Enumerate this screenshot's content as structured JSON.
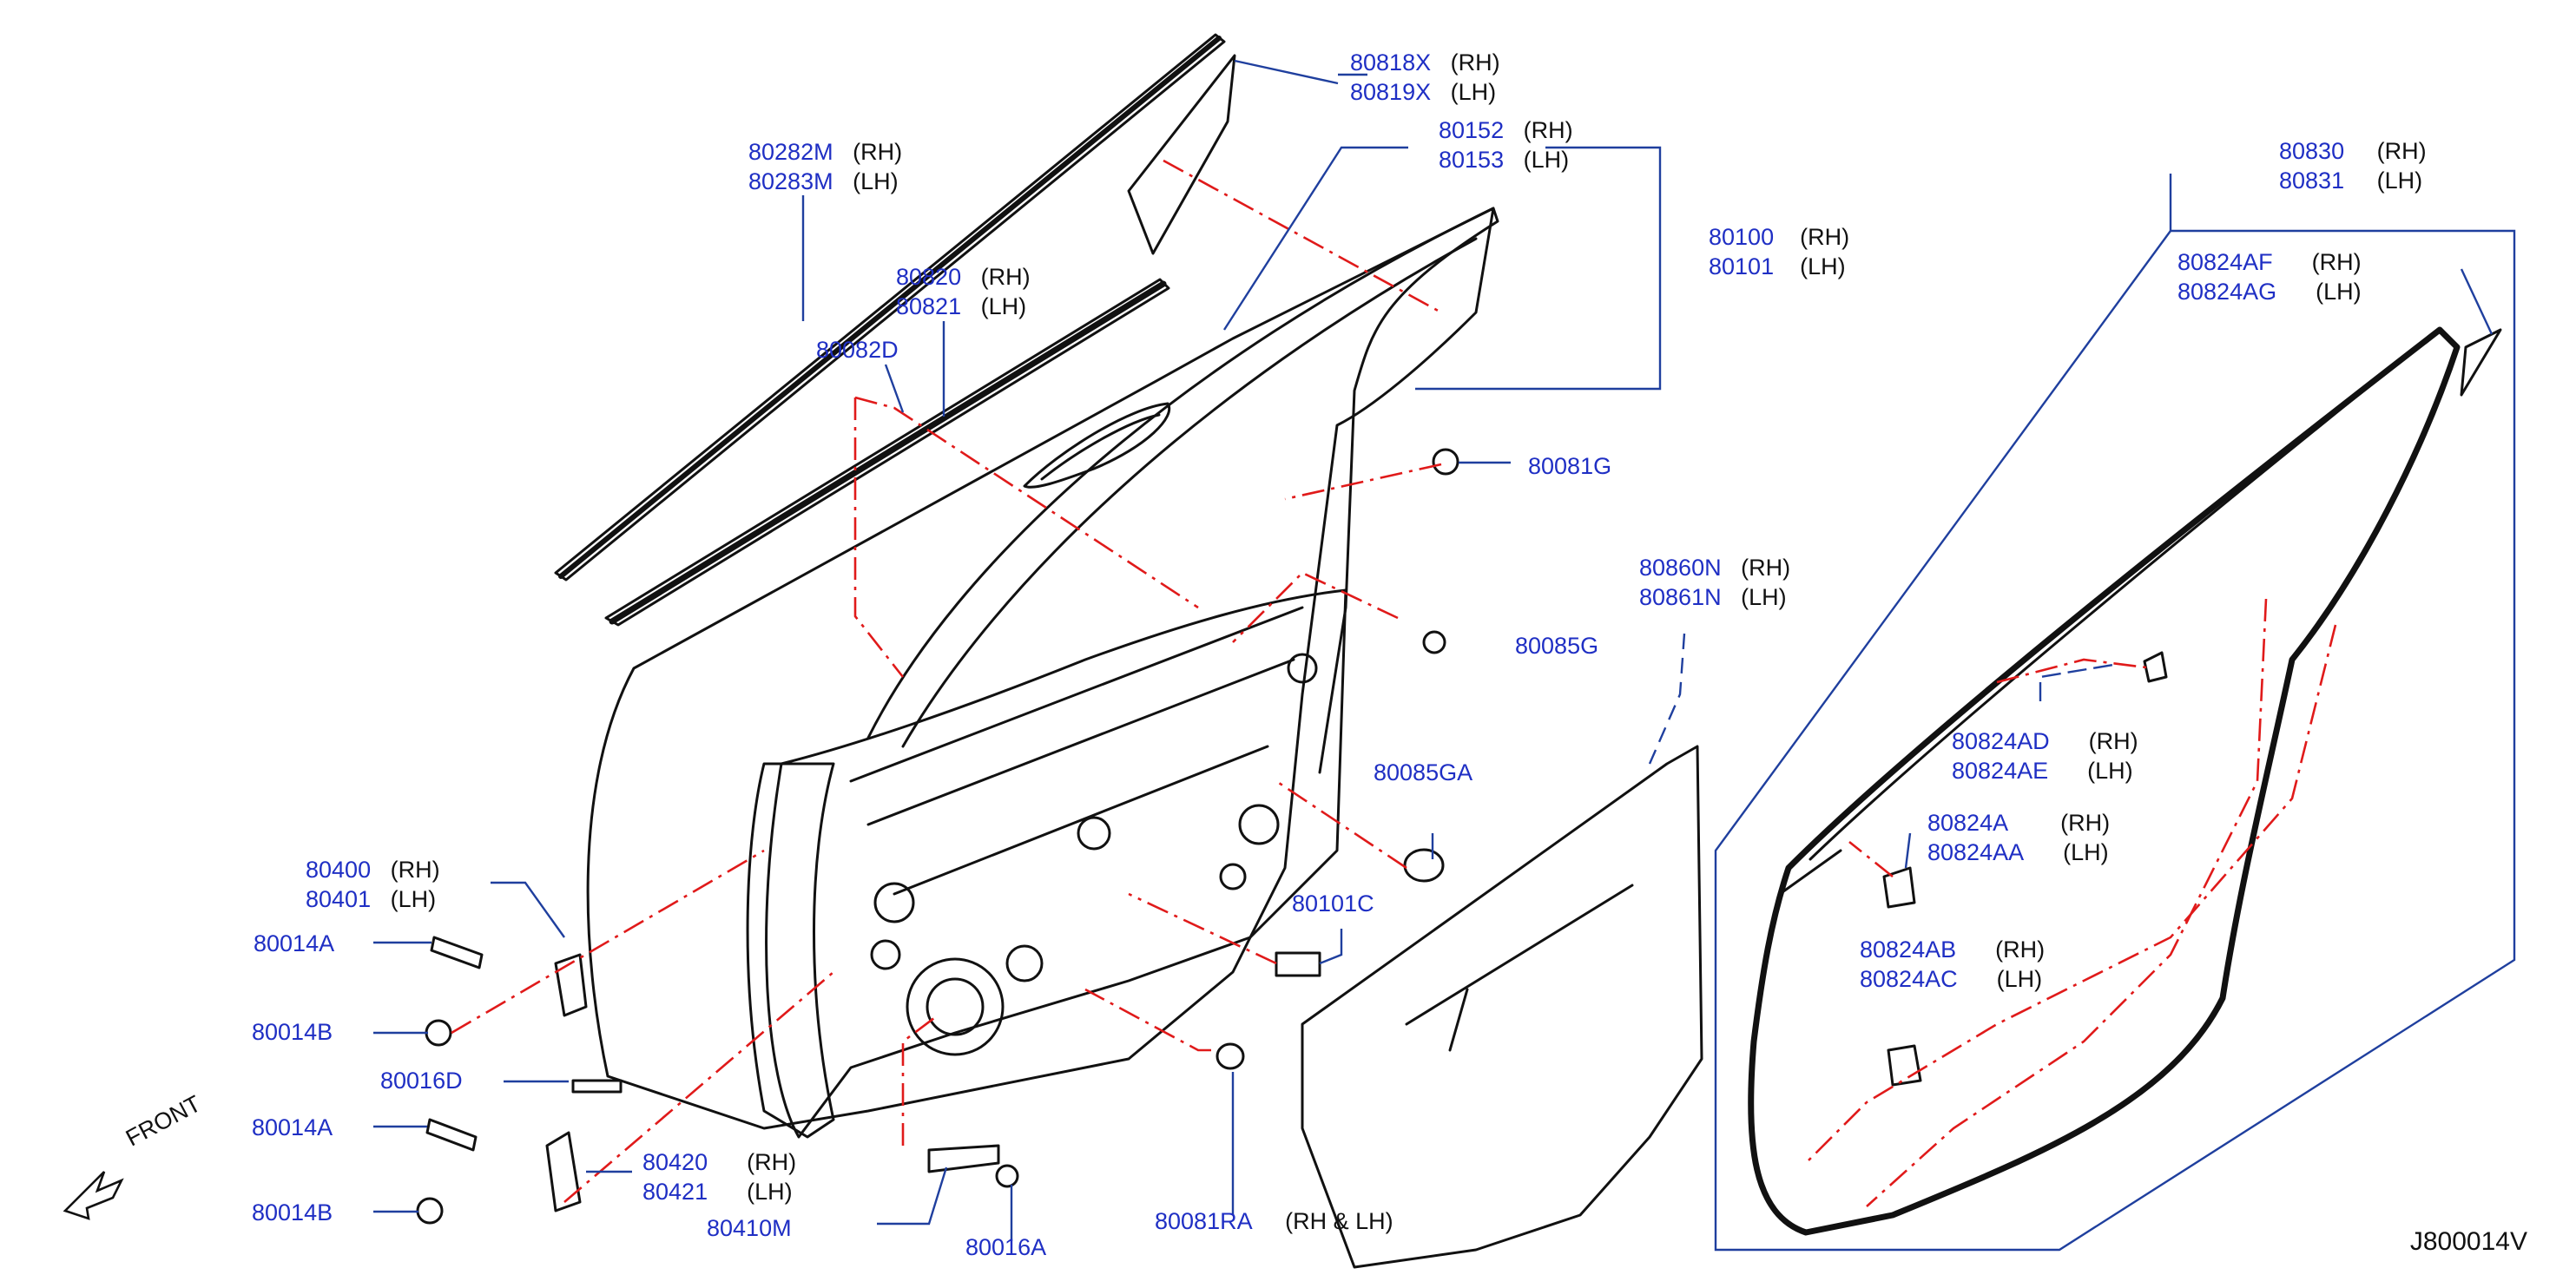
{
  "diagram_id": "J800014V",
  "front_label": "FRONT",
  "colors": {
    "part_number": "#1f2fc4",
    "leader": "#1f3f9e",
    "dash_dot": "#e01a1a",
    "outline": "#111111"
  },
  "callouts": [
    {
      "id": "c1",
      "parts": [
        {
          "pn": "80818X",
          "side": "(RH)"
        },
        {
          "pn": "80819X",
          "side": "(LH)"
        }
      ]
    },
    {
      "id": "c2",
      "parts": [
        {
          "pn": "80152",
          "side": "(RH)"
        },
        {
          "pn": "80153",
          "side": "(LH)"
        }
      ]
    },
    {
      "id": "c3",
      "parts": [
        {
          "pn": "80282M",
          "side": "(RH)"
        },
        {
          "pn": "80283M",
          "side": "(LH)"
        }
      ]
    },
    {
      "id": "c4",
      "parts": [
        {
          "pn": "80100",
          "side": "(RH)"
        },
        {
          "pn": "80101",
          "side": "(LH)"
        }
      ]
    },
    {
      "id": "c5",
      "parts": [
        {
          "pn": "80820",
          "side": "(RH)"
        },
        {
          "pn": "80821",
          "side": "(LH)"
        }
      ]
    },
    {
      "id": "c6",
      "parts": [
        {
          "pn": "80082D",
          "side": ""
        }
      ]
    },
    {
      "id": "c7",
      "parts": [
        {
          "pn": "80081G",
          "side": ""
        }
      ]
    },
    {
      "id": "c8",
      "parts": [
        {
          "pn": "80860N",
          "side": "(RH)"
        },
        {
          "pn": "80861N",
          "side": "(LH)"
        }
      ]
    },
    {
      "id": "c9",
      "parts": [
        {
          "pn": "80085G",
          "side": ""
        }
      ]
    },
    {
      "id": "c10",
      "parts": [
        {
          "pn": "80085GA",
          "side": ""
        }
      ]
    },
    {
      "id": "c11",
      "parts": [
        {
          "pn": "80101C",
          "side": ""
        }
      ]
    },
    {
      "id": "c12",
      "parts": [
        {
          "pn": "80400",
          "side": "(RH)"
        },
        {
          "pn": "80401",
          "side": "(LH)"
        }
      ]
    },
    {
      "id": "c13",
      "parts": [
        {
          "pn": "80014A",
          "side": ""
        }
      ]
    },
    {
      "id": "c14",
      "parts": [
        {
          "pn": "80014B",
          "side": ""
        }
      ]
    },
    {
      "id": "c15",
      "parts": [
        {
          "pn": "80016D",
          "side": ""
        }
      ]
    },
    {
      "id": "c16",
      "parts": [
        {
          "pn": "80014A",
          "side": ""
        }
      ]
    },
    {
      "id": "c17",
      "parts": [
        {
          "pn": "80420",
          "side": "(RH)"
        },
        {
          "pn": "80421",
          "side": "(LH)"
        }
      ]
    },
    {
      "id": "c18",
      "parts": [
        {
          "pn": "80014B",
          "side": ""
        }
      ]
    },
    {
      "id": "c19",
      "parts": [
        {
          "pn": "80410M",
          "side": ""
        }
      ]
    },
    {
      "id": "c20",
      "parts": [
        {
          "pn": "80016A",
          "side": ""
        }
      ]
    },
    {
      "id": "c21",
      "parts": [
        {
          "pn": "80081RA",
          "side": "(RH & LH)"
        }
      ]
    },
    {
      "id": "c22",
      "parts": [
        {
          "pn": "80830",
          "side": "(RH)"
        },
        {
          "pn": "80831",
          "side": "(LH)"
        }
      ]
    },
    {
      "id": "c23",
      "parts": [
        {
          "pn": "80824AF",
          "side": "(RH)"
        },
        {
          "pn": "80824AG",
          "side": "(LH)"
        }
      ]
    },
    {
      "id": "c24",
      "parts": [
        {
          "pn": "80824AD",
          "side": "(RH)"
        },
        {
          "pn": "80824AE",
          "side": "(LH)"
        }
      ]
    },
    {
      "id": "c25",
      "parts": [
        {
          "pn": "80824A",
          "side": "(RH)"
        },
        {
          "pn": "80824AA",
          "side": "(LH)"
        }
      ]
    },
    {
      "id": "c26",
      "parts": [
        {
          "pn": "80824AB",
          "side": "(RH)"
        },
        {
          "pn": "80824AC",
          "side": "(LH)"
        }
      ]
    }
  ]
}
